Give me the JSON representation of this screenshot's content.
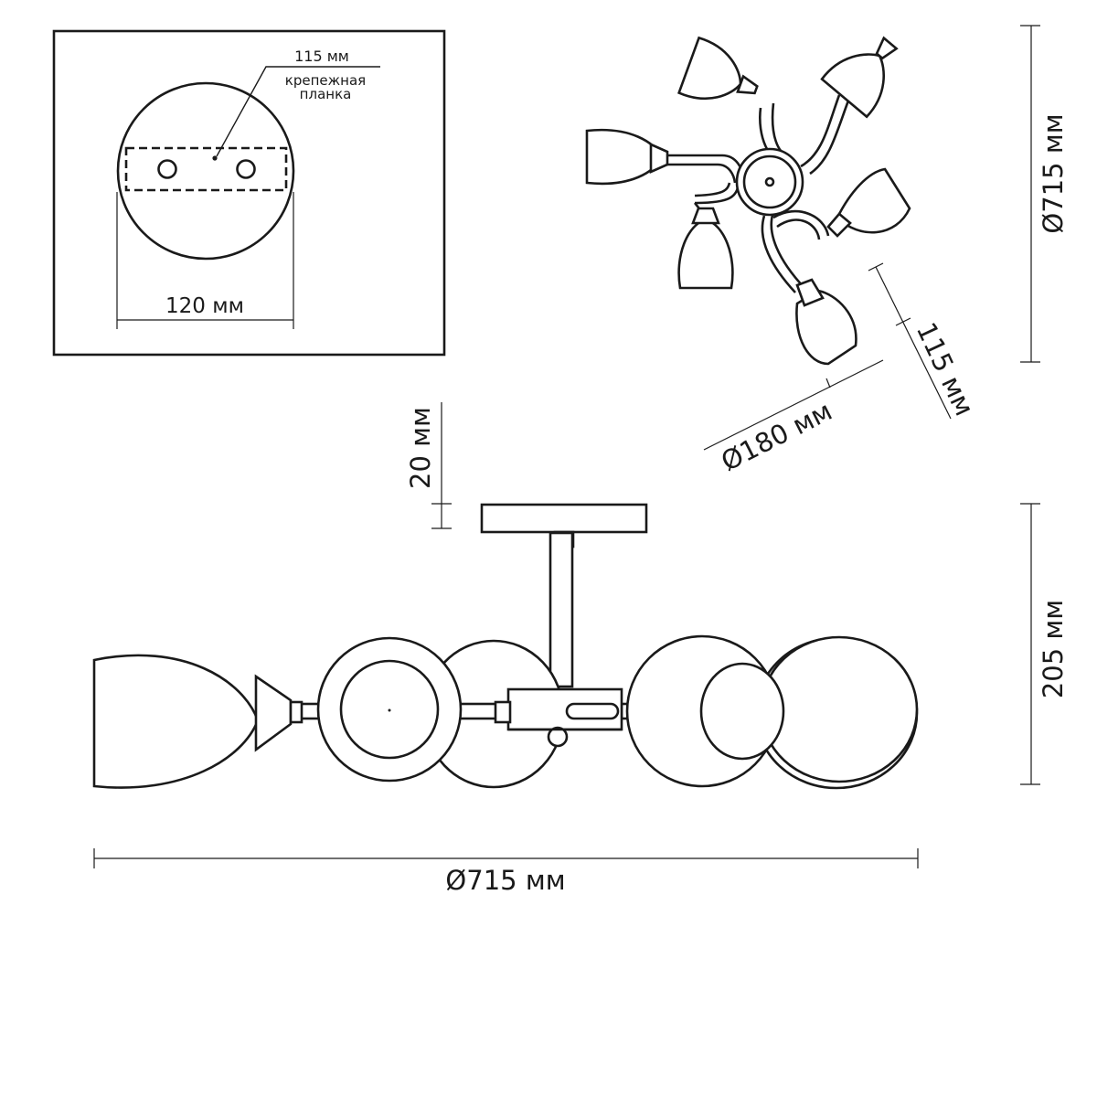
{
  "mount_plate_detail": {
    "slot_length": "115 мм",
    "bracket_label_line1": "крепежная",
    "bracket_label_line2": "планка",
    "plate_diameter": "120 мм"
  },
  "top_view": {
    "overall_diameter": "Ø715 мм",
    "canopy_diameter": "Ø180 мм",
    "shade_offset": "115 мм"
  },
  "side_view": {
    "canopy_thickness": "20 мм",
    "height": "205 мм",
    "overall_diameter": "Ø715 мм"
  }
}
